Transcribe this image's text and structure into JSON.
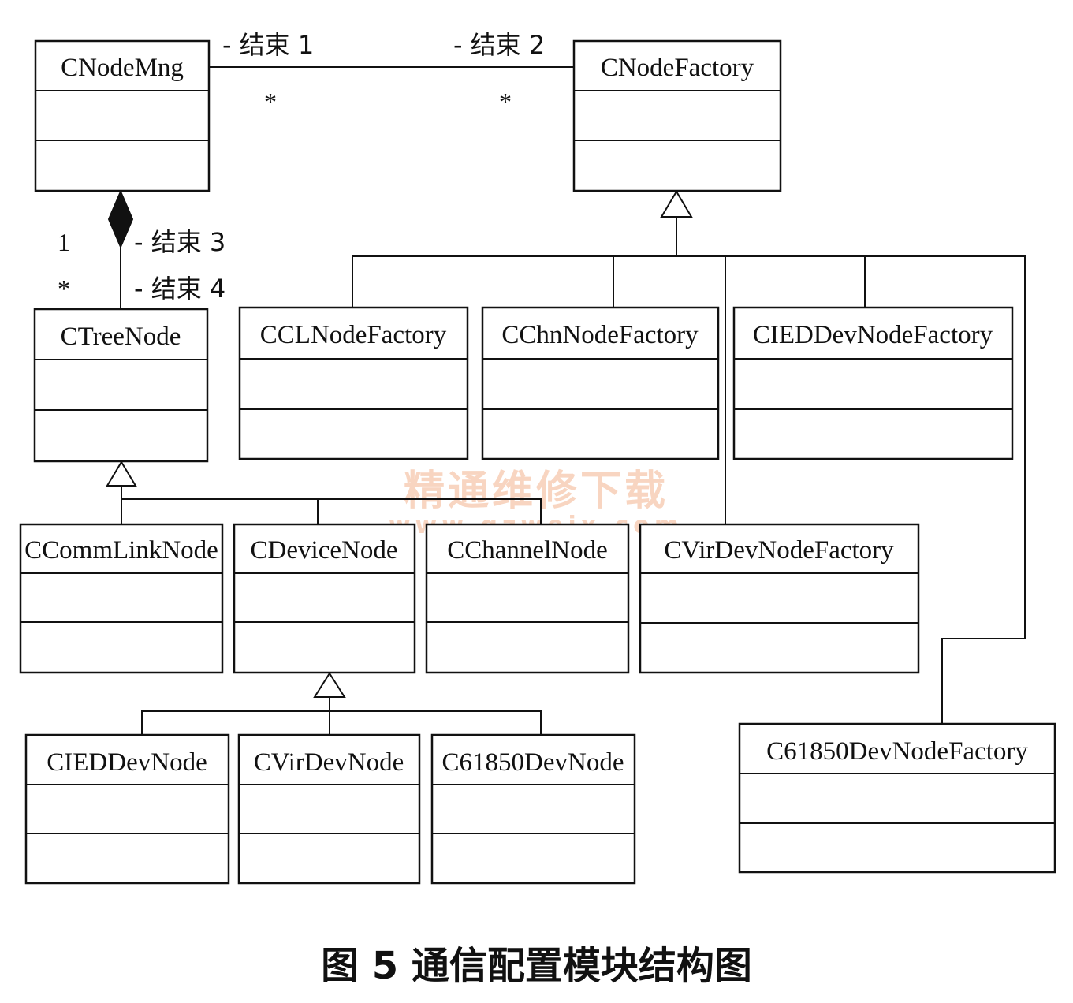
{
  "classes": {
    "node_mng": "CNodeMng",
    "node_factory": "CNodeFactory",
    "tree_node": "CTreeNode",
    "cl_node_factory": "CCLNodeFactory",
    "chn_node_factory": "CChnNodeFactory",
    "ied_dev_node_factory": "CIEDDevNodeFactory",
    "comm_link_node": "CCommLinkNode",
    "device_node": "CDeviceNode",
    "channel_node": "CChannelNode",
    "vir_dev_node_factory": "CVirDevNodeFactory",
    "ied_dev_node": "CIEDDevNode",
    "vir_dev_node": "CVirDevNode",
    "c61850_dev_node": "C61850DevNode",
    "c61850_dev_node_factory": "C61850DevNodeFactory"
  },
  "associations": {
    "end1": "- 结束 1",
    "end2": "- 结束 2",
    "end3": "- 结束 3",
    "end4": "- 结束 4",
    "mult_end1": "*",
    "mult_end2": "*",
    "mult_end3": "1",
    "mult_end4": "*"
  },
  "watermark": {
    "text": "精通维修下载",
    "url": "www.gzweix.com"
  },
  "caption": "图 5    通信配置模块结构图"
}
